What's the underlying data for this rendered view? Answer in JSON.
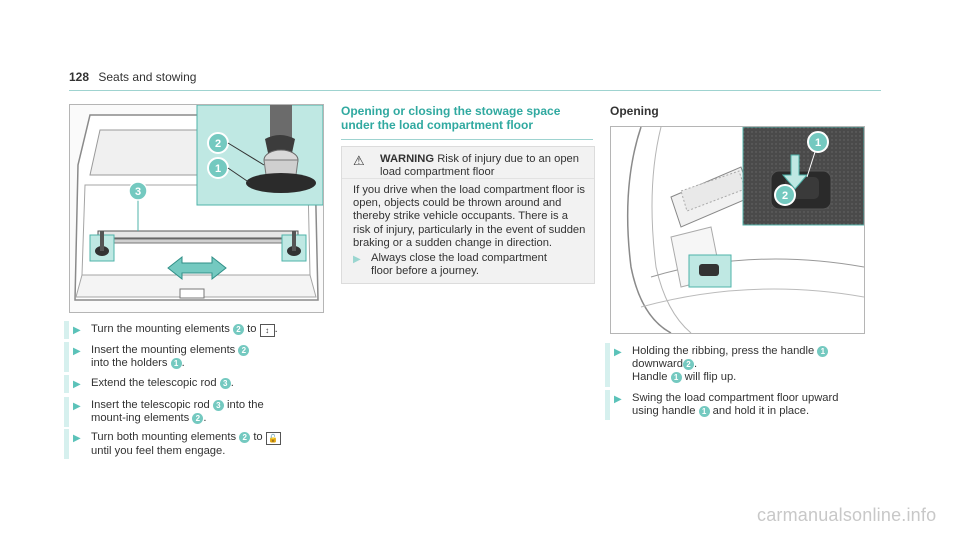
{
  "header": {
    "page_number": "128",
    "section": "Seats and stowing"
  },
  "left_steps": [
    {
      "pre": "Turn the mounting elements",
      "n1": "2",
      "mid": "to",
      "symbol": "↕",
      "post": "."
    },
    {
      "pre": "Insert the mounting elements",
      "n1": "2",
      "mid": "into the holders",
      "n2": "1",
      "post": "."
    },
    {
      "pre": "Extend the telescopic rod",
      "n1": "3",
      "post": "."
    },
    {
      "pre": "Insert the telescopic rod",
      "n1": "3",
      "mid": "into the mount-ing elements",
      "n2": "2",
      "post": "."
    },
    {
      "pre": "Turn both mounting elements",
      "n1": "2",
      "mid": "to",
      "symbol": "🔓",
      "post": "until you feel them engage."
    }
  ],
  "middle": {
    "heading": "Opening or closing the stowage space under the load compartment floor",
    "warning_label": "WARNING",
    "warning_title": "Risk of injury due to an open load compartment floor",
    "warning_body": "If you drive when the load compartment floor is open, objects could be thrown around and thereby strike vehicle occupants. There is a risk of injury, particularly in the event of sudden braking or a sudden change in direction.",
    "warning_action": "Always close the load compartment floor before a journey."
  },
  "right": {
    "heading": "Opening",
    "steps": [
      {
        "pre": "Holding the ribbing, press the handle",
        "n1": "1",
        "mid": "downward",
        "n2": "2",
        "post": ".",
        "line2_pre": "Handle",
        "line2_n": "1",
        "line2_post": "will flip up."
      },
      {
        "pre": "Swing the load compartment floor upward using handle",
        "n1": "1",
        "post": "and hold it in place."
      }
    ]
  },
  "figure1": {
    "callouts": [
      "2",
      "1",
      "3"
    ]
  },
  "figure2": {
    "callouts": [
      "1",
      "2"
    ]
  },
  "footer": {
    "watermark": "carmanualsonline.info"
  },
  "colors": {
    "accent": "#30a9a0",
    "callout": "#74c9c0",
    "highlight": "#bfe8e3"
  }
}
